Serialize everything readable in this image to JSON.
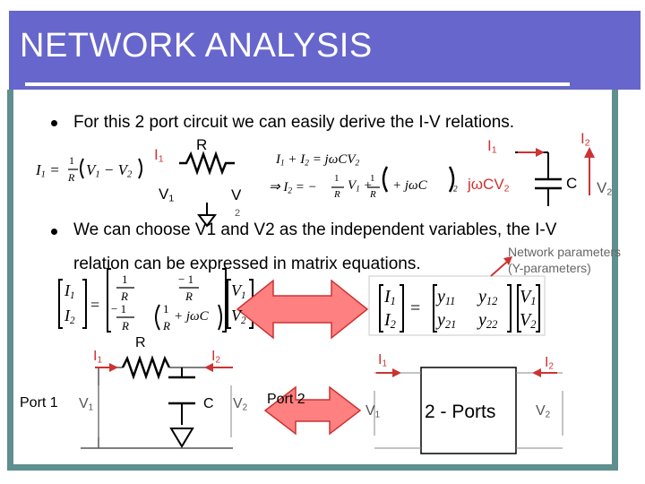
{
  "slide": {
    "title": "NETWORK ANALYSIS",
    "bullet1": "For this 2 port circuit we can easily derive the I-V relations.",
    "bullet2_line1": "We can choose V1 and V2 as the independent variables, the I-V",
    "bullet2_line2": "relation can be expressed in matrix equations.",
    "network_note_line1": "Network parameters",
    "network_note_line2": "(Y-parameters)"
  },
  "labels": {
    "I": "I",
    "V": "V",
    "R": "R",
    "C": "C",
    "sub1": "1",
    "sub2": "2",
    "jwcv": "jωCV",
    "port1": "Port 1",
    "port2": "Port 2",
    "two_ports": "2 - Ports"
  },
  "equations": {
    "eq1_lhs": "I",
    "eq1_frac_num": "1",
    "eq1_frac_den": "R",
    "eq1_body": "(V",
    "eq1_minus": "− V",
    "eq2_sum": "I",
    "eq2_plus": "+ I",
    "eq2_eq": "= jωCV",
    "eq3_arrow": "⇒ I",
    "eq3_eq": "= −",
    "eq3_v1": "V",
    "eq3_plus": "+",
    "eq3_paren": "+ jωC",
    "eq3_v2": "V",
    "mat1_m11": "1",
    "mat1_m12": "− 1",
    "mat1_m21": "− 1",
    "mat1_m22": "1",
    "mat1_r": "R",
    "mat1_jwc": "+ jωC",
    "mat2_y11": "y",
    "mat2_y12": "y",
    "mat2_y21": "y",
    "mat2_y22": "y",
    "sub11": "11",
    "sub12": "12",
    "sub21": "21",
    "sub22": "22"
  },
  "colors": {
    "title_bar": "#6666cc",
    "frame": "#5f8f8f",
    "arrow_fill": "#ff8080",
    "arrow_stroke": "#cc3333",
    "current_arrow": "#cc3333"
  }
}
